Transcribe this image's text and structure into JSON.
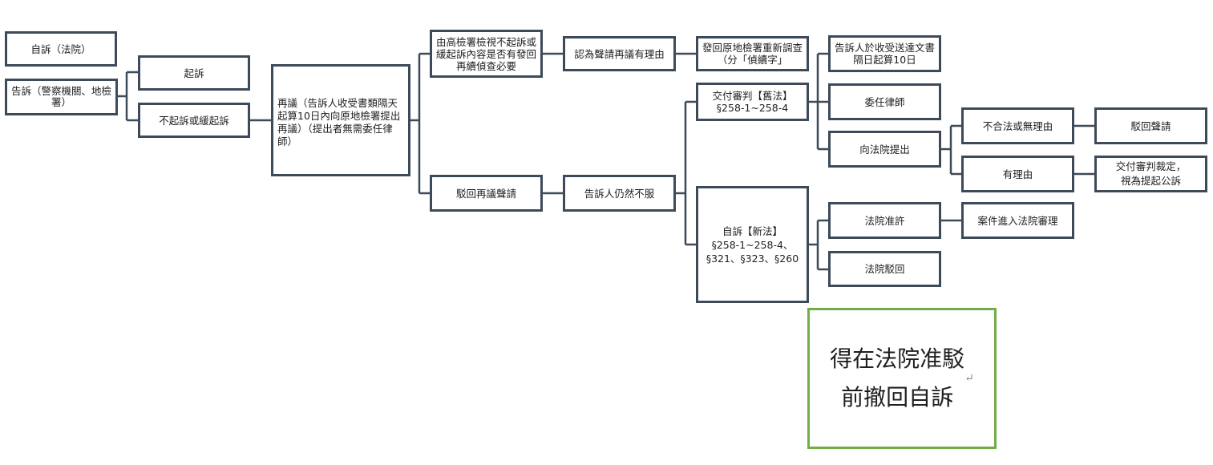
{
  "nodes": {
    "self_prosecution_court": "自訴（法院）",
    "complaint": "告訴（警察機關、地檢署）",
    "indictment": "起訴",
    "non_prosecution": "不起訴或緩起訴",
    "reconsideration": "再議（告訴人收受書類隔天起算10日內向原地檢署提出再議）（提出者無需委任律師）",
    "high_prosecutor_review": "由高檢署檢視不起訴或緩起訴內容是否有發回再續偵查必要",
    "reconsideration_justified": "認為聲請再議有理由",
    "remand": "發回原地檢署重新調查（分「偵續字」",
    "reconsideration_rejected": "駁回再議聲請",
    "complainant_objects": "告訴人仍然不服",
    "trial_delivery_old": "交付審判【舊法】\n§258-1~258-4",
    "private_prosecution_new": "自訴【新法】\n§258-1~258-4、§321、§323、§260",
    "deadline": "告訴人於收受送達文書隔日起算10日",
    "hire_lawyer": "委任律師",
    "file_with_court": "向法院提出",
    "unlawful_unreasonable": "不合法或無理由",
    "reason_exists": "有理由",
    "dismiss_application": "駁回聲請",
    "trial_ruling": "交付審判裁定，\n視為提起公訴",
    "court_permits": "法院准許",
    "case_enters_trial": "案件進入法院審理",
    "court_rejects": "法院駁回"
  },
  "note": {
    "text": "得在法院准駁\n前撤回自訴",
    "paragraph_mark": "↵"
  },
  "colors": {
    "box_border": "#3d4a59",
    "note_border": "#70ad47",
    "line": "#3d4a59"
  }
}
